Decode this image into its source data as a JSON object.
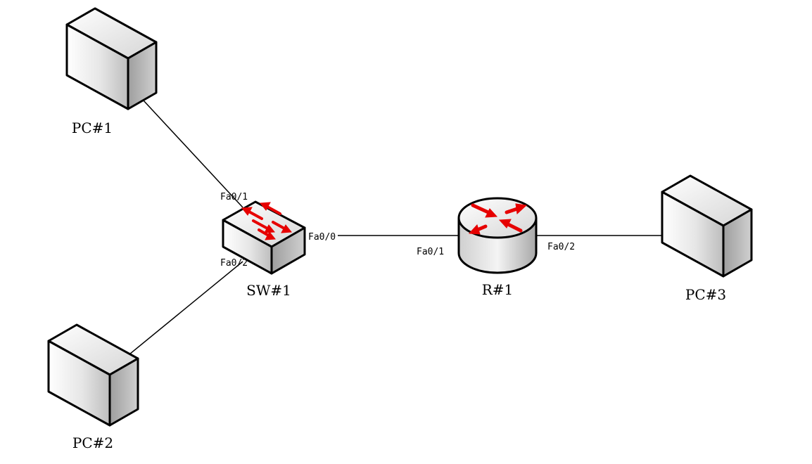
{
  "diagram": {
    "nodes": {
      "pc1": {
        "label": "PC#1",
        "icon": "pc-icon"
      },
      "pc2": {
        "label": "PC#2",
        "icon": "pc-icon"
      },
      "pc3": {
        "label": "PC#3",
        "icon": "pc-icon"
      },
      "sw1": {
        "label": "SW#1",
        "icon": "switch-icon"
      },
      "r1": {
        "label": "R#1",
        "icon": "router-icon"
      }
    },
    "links": [
      {
        "from": "pc1",
        "to": "sw1",
        "port": "Fa0/1"
      },
      {
        "from": "pc2",
        "to": "sw1",
        "port": "Fa0/2"
      },
      {
        "from": "sw1",
        "to": "r1",
        "port_a": "Fa0/0",
        "port_b": "Fa0/1"
      },
      {
        "from": "r1",
        "to": "pc3",
        "port": "Fa0/2"
      }
    ],
    "colors": {
      "arrow": "#e60000",
      "outline": "#000000",
      "body": "#d9d9d9"
    }
  }
}
